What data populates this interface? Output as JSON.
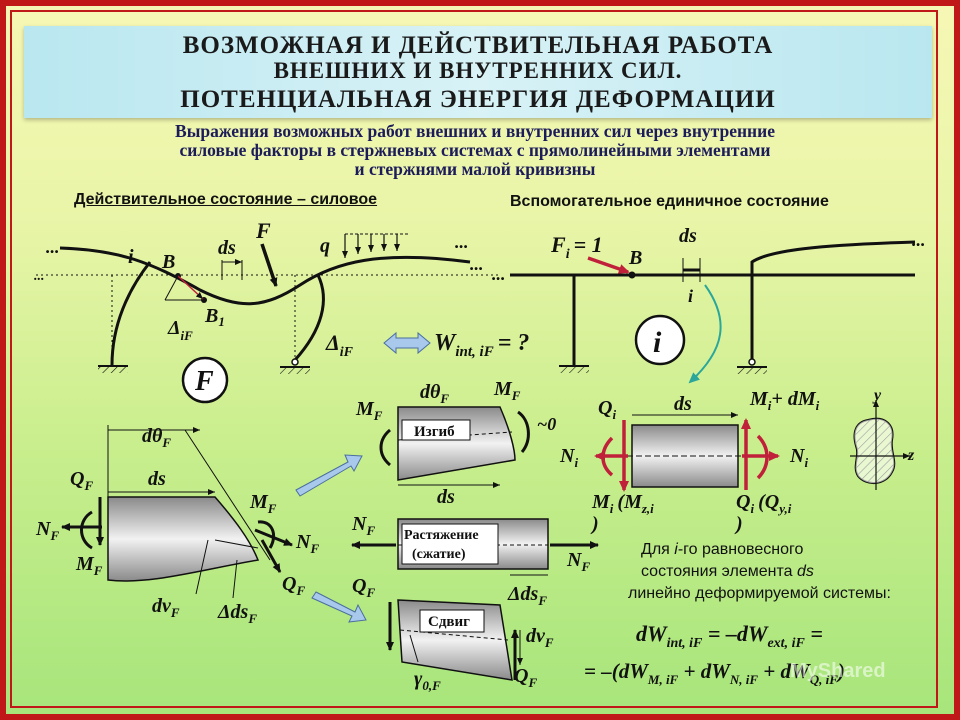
{
  "title": {
    "line1": "ВОЗМОЖНАЯ И ДЕЙСТВИТЕЛЬНАЯ РАБОТА",
    "line2": "ВНЕШНИХ И ВНУТРЕННИХ СИЛ.",
    "line3": "ПОТЕНЦИАЛЬНАЯ ЭНЕРГИЯ ДЕФОРМАЦИИ"
  },
  "subtitle": {
    "line1": "Выражения возможных работ внешних и внутренних сил через внутренние",
    "line2": "силовые факторы в стержневых системах с прямолинейными элементами",
    "line3": "и стержнями малой кривизны"
  },
  "headings": {
    "actual_state": "Действительное состояние – силовое",
    "unit_state": "Вспомогательное единичное состояние"
  },
  "labels": {
    "dots": "...",
    "i": "i",
    "B": "B",
    "ds": "ds",
    "F": "F",
    "q": "q",
    "B1": "B",
    "B1_sub": "1",
    "delta_iF": "Δ",
    "delta_iF_sub": "iF",
    "W_int": "W",
    "W_int_sub": "int, iF",
    "W_eq": "= ?",
    "state_F": "F",
    "state_i": "i",
    "Fi": "F",
    "Fi_sub": "i",
    "Fi_eq": "= 1",
    "dtheta": "dθ",
    "sub_F": "F",
    "Q": "Q",
    "M": "M",
    "N": "N",
    "dv": "dv",
    "delta_ds": "Δds",
    "zero": "~0",
    "gamma": "γ",
    "gamma_sub": "0,F",
    "Qi": "Q",
    "Mi": "M",
    "Ni": "N",
    "sub_i": "i",
    "Mi_dMi": "M",
    "plus_dM": "+ dM",
    "Mi_paren": "(M",
    "sub_zi": "z,i",
    "Qi_paren": "(Q",
    "sub_yi": "y,i",
    "close_paren": ")",
    "axis_y": "y",
    "axis_z": "z"
  },
  "boxes": {
    "bending": "Изгиб",
    "tension_1": "Растяжение",
    "tension_2": "(сжатие)",
    "shear": "Сдвиг"
  },
  "note": {
    "line1a": "Для ",
    "line1b": "i",
    "line1c": "-го равновесного",
    "line2a": "состояния элемента ",
    "line2b": "ds",
    "line3": "линейно деформируемой системы:"
  },
  "equations": {
    "eq1": "dW",
    "eq1_sub": "int, iF",
    "eq1_mid": " = –dW",
    "eq1_sub2": "ext, iF",
    "eq1_end": " =",
    "eq2": "= –(dW",
    "eq2_sub1": "M, iF",
    "eq2_plus1": " + dW",
    "eq2_sub2": "N, iF",
    "eq2_plus2": " + dW",
    "eq2_sub3": "Q, iF",
    "eq2_end": ")"
  },
  "watermark": "MyShared",
  "colors": {
    "border": "#c01818",
    "title_bg": "#c8edf3",
    "arrow_blue": "#9fc3e6",
    "red_arrow": "#c0203a",
    "teal_arrow": "#2aa79a"
  }
}
